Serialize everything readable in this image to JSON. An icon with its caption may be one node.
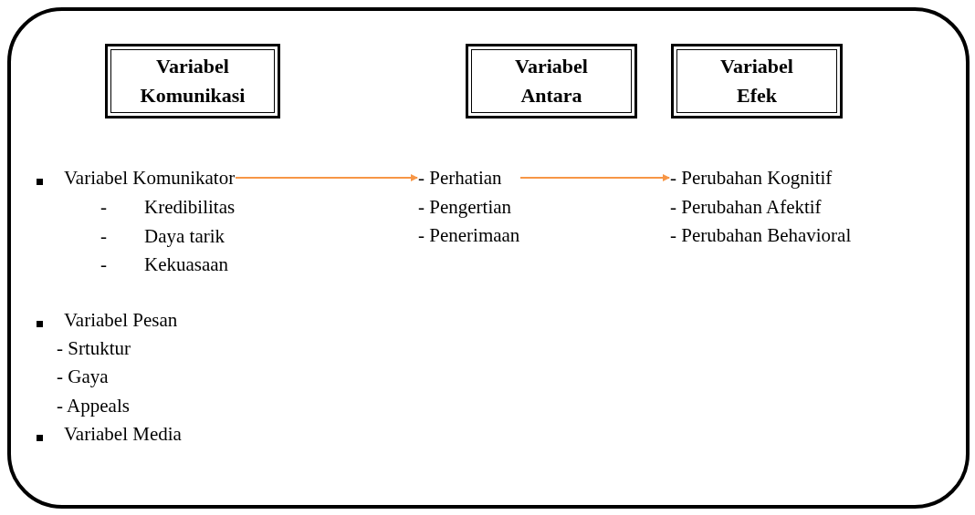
{
  "diagram": {
    "nodes": [
      {
        "text": [],
        "shape": "box"
      },
      {
        "text": [
          "Variabel Komunikasi"
        ],
        "in": 0
      },
      {
        "text": [
          "Variabel Antara"
        ],
        "in": 0
      },
      {
        "text": [
          "Variabel Efek"
        ],
        "in": 0
      },
      {
        "text": [
          "Variabel Komunikator"
        ],
        "in": 0
      },
      {
        "text": [
          "- Perhatian",
          "- Pengertian",
          "- Penerimaan"
        ],
        "in": 0
      },
      {
        "text": [
          "- Perubahan Kognitif",
          "- Perubahan Afektif",
          "- Perubahan Behavioral"
        ],
        "in": 0
      }
    ],
    "edges": [
      {
        "from": 4,
        "to": 5,
        "arrow": "to",
        "color": "#f79646"
      },
      {
        "from": 5,
        "to": 6,
        "arrow": "to",
        "color": "#f79646"
      }
    ],
    "labels": [
      "-",
      "Kredibilitas",
      "-",
      "Daya tarik",
      "-",
      "Kekuasaan",
      "Variabel Pesan",
      "- Srtuktur",
      "- Gaya",
      "- Appeals",
      "Variabel Media"
    ]
  }
}
